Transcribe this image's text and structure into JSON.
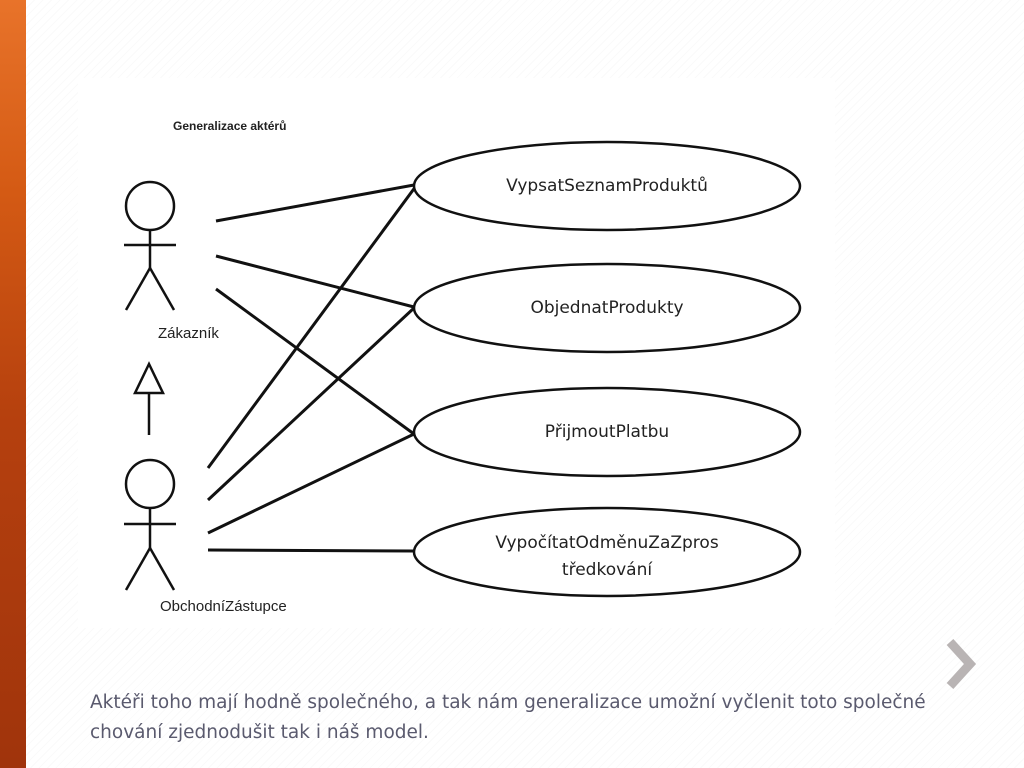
{
  "diagram": {
    "title": "Generalizace aktérů",
    "actors": [
      {
        "label": "Zákazník"
      },
      {
        "label": "ObchodníZástupce"
      }
    ],
    "use_cases": [
      {
        "line1": "VypsatSeznamProduktů",
        "line2": ""
      },
      {
        "line1": "ObjednatProdukty",
        "line2": ""
      },
      {
        "line1": "PřijmoutPlatbu",
        "line2": ""
      },
      {
        "line1": "VypočítatOdměnuZaZpros",
        "line2": "tředkování"
      }
    ]
  },
  "caption": "Aktéři toho mají hodně společného, a tak nám generalizace umožní vyčlenit toto společné chování zjednodušit tak i náš model.",
  "colors": {
    "accent_bar": "#c8501a",
    "arrow": "#b9b4b4",
    "caption_text": "#5a5a6e"
  },
  "icons": {
    "next": "chevron-right-icon"
  }
}
